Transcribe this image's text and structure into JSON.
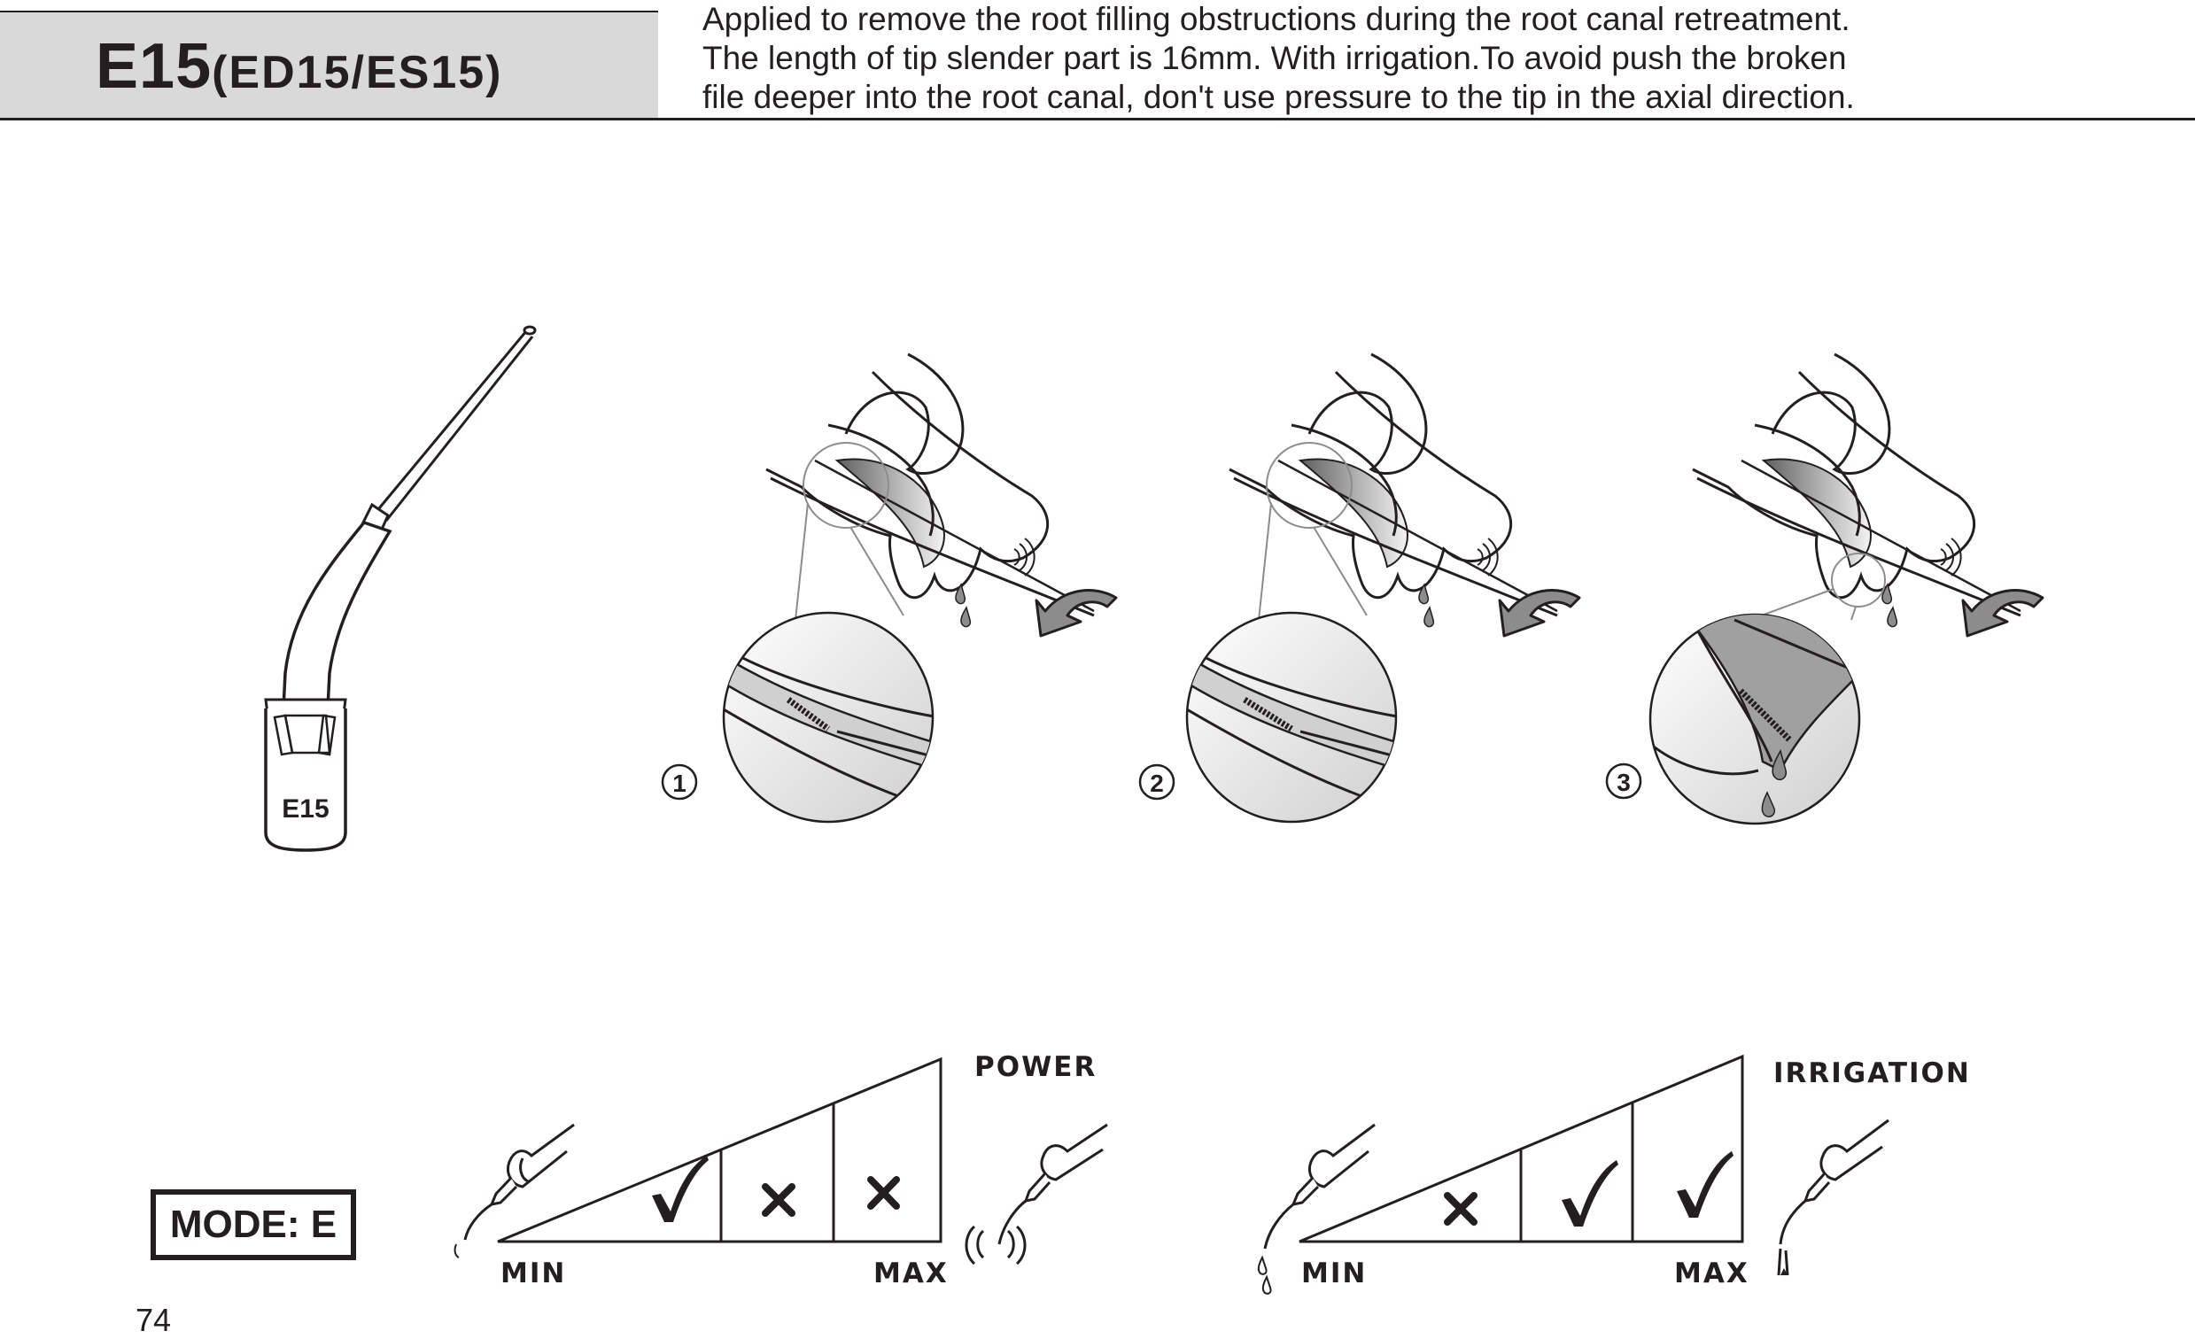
{
  "header": {
    "title_main": "E15",
    "title_sub": "(ED15/ES15)",
    "description_lines": [
      "Applied to remove the root filling obstructions during the root canal retreatment.",
      "The length of tip slender part is 16mm. With irrigation.To avoid push the broken",
      "file deeper into the root canal, don't use pressure to the tip in the axial direction."
    ]
  },
  "tip_label": "E15",
  "steps": [
    "1",
    "2",
    "3"
  ],
  "mode_label": "MODE: E",
  "power_scale": {
    "title": "POWER",
    "min_label": "MIN",
    "max_label": "MAX",
    "levels": [
      "check",
      "cross",
      "cross"
    ]
  },
  "irrigation_scale": {
    "title": "IRRIGATION",
    "min_label": "MIN",
    "max_label": "MAX",
    "levels": [
      "cross",
      "check",
      "check"
    ]
  },
  "page_number": "74",
  "colors": {
    "ink": "#231f20",
    "header_fill": "#d9d9d9",
    "gray": "#8c8c8c"
  }
}
